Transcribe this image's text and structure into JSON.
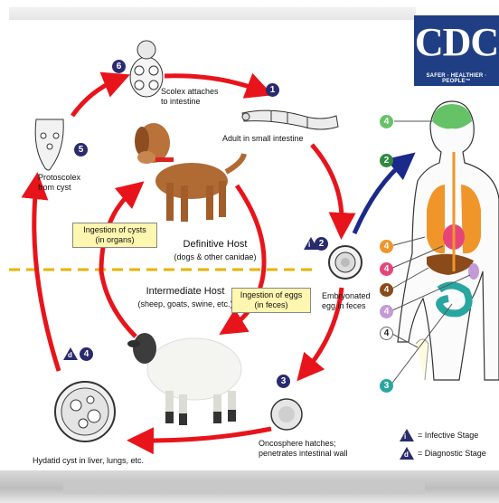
{
  "logo": {
    "letters": "CDC",
    "tagline": "SAFER · HEALTHIER · PEOPLE™"
  },
  "steps": {
    "s1": {
      "num": "1",
      "label": "Adult in small intestine"
    },
    "s2": {
      "num": "2",
      "label": "Embryonated\negg in feces"
    },
    "s3": {
      "num": "3",
      "label": "Oncosphere hatches;\npenetrates intestinal wall"
    },
    "s4": {
      "num": "4",
      "label": "Hydatid cyst in liver, lungs, etc."
    },
    "s5": {
      "num": "5",
      "label": "Protoscolex\nfrom cyst"
    },
    "s6": {
      "num": "6",
      "label": "Scolex attaches\nto intestine"
    }
  },
  "hosts": {
    "definitive": {
      "title": "Definitive Host",
      "subtitle": "(dogs & other canidae)"
    },
    "intermediate": {
      "title": "Intermediate Host",
      "subtitle": "(sheep, goats, swine, etc.)"
    }
  },
  "boxes": {
    "cysts": "Ingestion of cysts\n(in organs)",
    "eggs": "Ingestion of eggs\n(in feces)"
  },
  "badges": {
    "infective_letter": "i",
    "diagnostic_letter": "d"
  },
  "human_numbers": [
    "4",
    "2",
    "4",
    "4",
    "4",
    "4",
    "4",
    "3"
  ],
  "legend": {
    "infective": "= Infective Stage",
    "diagnostic": "= Diagnostic Stage"
  },
  "colors": {
    "cycle_arrow": "#e8141b",
    "human_arrow": "#1b2a8a",
    "divider": "#e8b300",
    "navy_badge": "#2a2a6e",
    "logo_bg": "#1f3e83"
  }
}
